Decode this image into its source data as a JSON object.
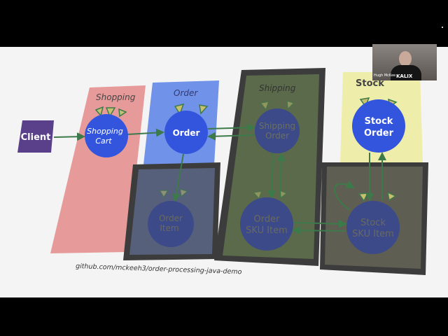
{
  "slide": {
    "client": "Client",
    "contexts": {
      "shopping": "Shopping",
      "order": "Order",
      "shipping": "Shipping",
      "stock": "Stock"
    },
    "entities": {
      "shopping_cart": [
        "Shopping",
        "Cart"
      ],
      "order": [
        "Order"
      ],
      "shipping_order": [
        "Shipping",
        "Order"
      ],
      "stock_order": [
        "Stock",
        "Order"
      ],
      "order_item": [
        "Order",
        "Item"
      ],
      "order_sku_item": [
        "Order",
        "SKU Item"
      ],
      "stock_sku_item": [
        "Stock",
        "SKU Item"
      ]
    },
    "caption": "github.com/mckeeh3/order-processing-java-demo",
    "colors": {
      "shopping": "#e79a9a",
      "order": "#7092e8",
      "stock": "#eeeeaa",
      "entity": "#3355dd",
      "arrow": "#3d7a4a",
      "client": "#5a3f8a"
    }
  },
  "video": {
    "participant_name": "Hugh McKee",
    "brand": "KALIX"
  }
}
